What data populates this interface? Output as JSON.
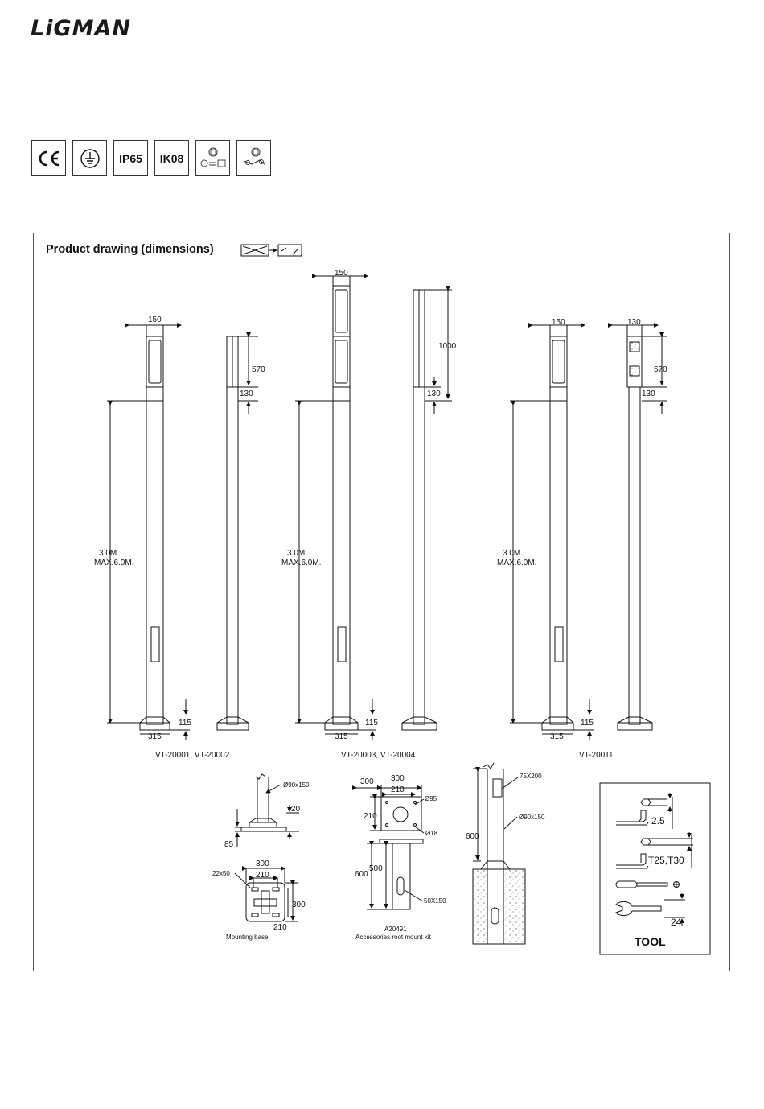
{
  "brand": {
    "logo_text": "LiGMAN"
  },
  "badges": [
    {
      "icon": "ce-mark-icon",
      "label": "CE"
    },
    {
      "icon": "ground-symbol-icon",
      "label": ""
    },
    {
      "icon": "",
      "label": "IP65"
    },
    {
      "icon": "",
      "label": "IK08"
    },
    {
      "icon": "power-option-icon",
      "label": ""
    },
    {
      "icon": "cable-option-icon",
      "label": ""
    }
  ],
  "section": {
    "title": "Product drawing (dimensions)"
  },
  "drawing": {
    "dims": {
      "w150": "150",
      "w130": "130",
      "h570": "570",
      "h130": "130",
      "h1000": "1000",
      "h115": "115",
      "w315": "315",
      "height_line1": "3.0M.",
      "height_line2": "MAX.6.0M."
    },
    "models": {
      "a": "VT-20001, VT-20002",
      "b": "VT-20003, VT-20004",
      "c": "VT-20011"
    },
    "mounting": {
      "d90": "Ø90x150",
      "h20": "20",
      "h85": "85",
      "w300": "300",
      "w210": "210",
      "slot": "22x50",
      "caption": "Mounting base"
    },
    "root_kit": {
      "w300a": "300",
      "w300b": "300",
      "w210": "210",
      "h210": "210",
      "d95": "Ø95",
      "d18": "Ø18",
      "h600": "600",
      "h500": "500",
      "slot": "50X150",
      "code": "A20491",
      "caption": "Accessories root mount kit"
    },
    "concrete": {
      "door": "75X200",
      "d90": "Ø90x150",
      "h600": "600"
    },
    "tool": {
      "hex": "2.5",
      "torx": "T25,T30",
      "wrench": "24",
      "label": "TOOL"
    }
  }
}
